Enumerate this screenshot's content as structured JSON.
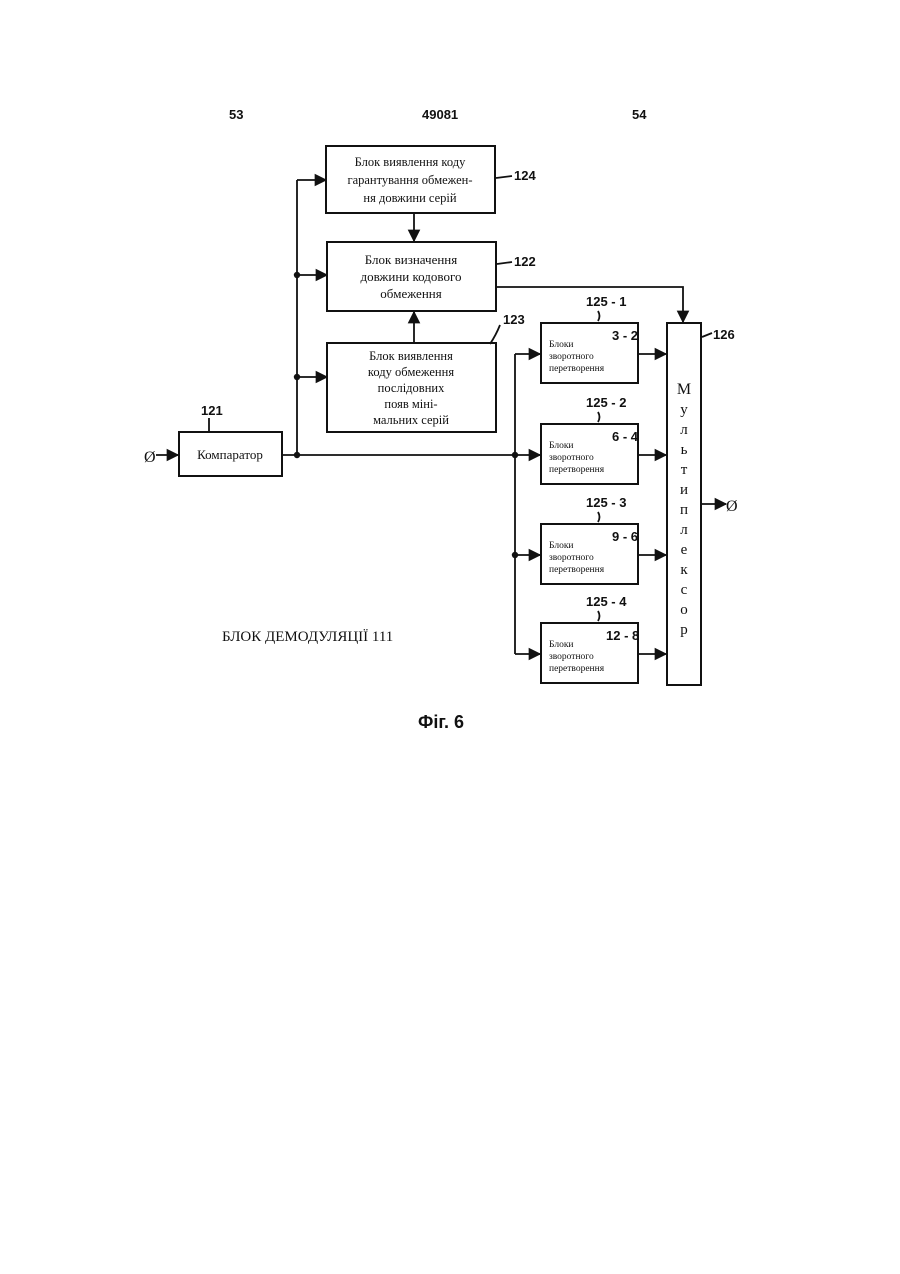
{
  "header": {
    "page_left": "53",
    "doc_number": "49081",
    "page_right": "54"
  },
  "blocks": {
    "b124": {
      "ref": "124",
      "lines": [
        "Блок виявлення коду",
        "гарантування обмежен-",
        "ня довжини серій"
      ]
    },
    "b122": {
      "ref": "122",
      "lines": [
        "Блок визначення",
        "довжини кодового",
        "обмеження"
      ]
    },
    "b123": {
      "ref": "123",
      "lines": [
        "Блок виявлення",
        "коду обмеження",
        "послідовних",
        "появ міні-",
        "мальних серій"
      ]
    },
    "b121": {
      "ref": "121",
      "label": "Компаратор"
    },
    "conv": [
      {
        "ref": "125 - 1",
        "ratio": "3 - 2",
        "lines": [
          "Блоки",
          "зворотного",
          "перетворення"
        ]
      },
      {
        "ref": "125 - 2",
        "ratio": "6 - 4",
        "lines": [
          "Блоки",
          "зворотного",
          "перетворення"
        ]
      },
      {
        "ref": "125 - 3",
        "ratio": "9 - 6",
        "lines": [
          "Блоки",
          "зворотного",
          "перетворення"
        ]
      },
      {
        "ref": "125 - 4",
        "ratio": "12 - 8",
        "lines": [
          "Блоки",
          "зворотного",
          "перетворення"
        ]
      }
    ],
    "mux": {
      "ref": "126",
      "letters": [
        "М",
        "у",
        "л",
        "ь",
        "т",
        "и",
        "п",
        "л",
        "е",
        "к",
        "с",
        "о",
        "р"
      ]
    }
  },
  "terminal_symbol": "Ø",
  "caption": "БЛОК ДЕМОДУЛЯЦІЇ 111",
  "figure_label": "Фіг. 6"
}
